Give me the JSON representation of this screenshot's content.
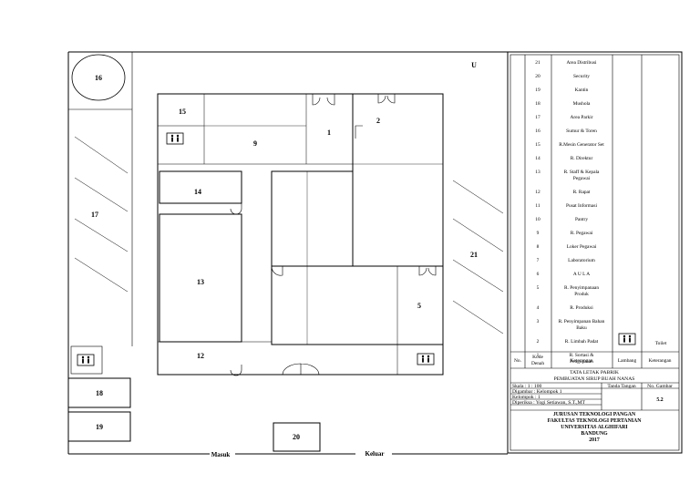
{
  "north_label": "U",
  "rooms": {
    "r1": "1",
    "r2": "2",
    "r5": "5",
    "r9": "9",
    "r12": "12",
    "r13": "13",
    "r14": "14",
    "r15": "15",
    "r16": "16",
    "r17": "17",
    "r18": "18",
    "r19": "19",
    "r20": "20",
    "r21": "21"
  },
  "entrances": {
    "masuk": "Masuk",
    "keluar": "Keluar"
  },
  "legend": {
    "items": [
      {
        "no": "21",
        "text": "Area Distribusi"
      },
      {
        "no": "20",
        "text": "Security"
      },
      {
        "no": "19",
        "text": "Kantin"
      },
      {
        "no": "18",
        "text": "Mushola"
      },
      {
        "no": "17",
        "text": "Area Parkir"
      },
      {
        "no": "16",
        "text": "Sumur & Toren"
      },
      {
        "no": "15",
        "text": "R.Mesin Generator Set"
      },
      {
        "no": "14",
        "text": "R. Direktur"
      },
      {
        "no": "13",
        "text": "R. Staff & Kepala"
      },
      {
        "no": "13",
        "text": "Pegawai"
      },
      {
        "no": "12",
        "text": "R. Rapat"
      },
      {
        "no": "11",
        "text": "Pusat Informasi"
      },
      {
        "no": "10",
        "text": "Pantry"
      },
      {
        "no": "9",
        "text": "R. Pegawai"
      },
      {
        "no": "8",
        "text": "Loker Pegawai"
      },
      {
        "no": "7",
        "text": "Laboratorium"
      },
      {
        "no": "6",
        "text": "A U L A"
      },
      {
        "no": "5",
        "text": "R. Penyimpanaan"
      },
      {
        "no": "5",
        "text": "Produk"
      },
      {
        "no": "4",
        "text": "R. Produksi"
      },
      {
        "no": "3",
        "text": "R. Penyimpanan Bahan"
      },
      {
        "no": "3",
        "text": "Baku"
      },
      {
        "no": "2",
        "text": "R. Limbah Padat"
      },
      {
        "no": "1",
        "text": "R. Sortasi &"
      },
      {
        "no": "1",
        "text": "Pengupasan"
      }
    ],
    "toilet_label": "Toilet",
    "header": {
      "no": "No.",
      "kode1": "Kode",
      "kode2": "Denah",
      "keterangan": "Keterangan",
      "lambang": "Lambang",
      "keterangan2": "Keterangan"
    }
  },
  "title_block": {
    "title1": "TATA LETAK PABRIK",
    "title2": "PEMBUATAN SIRUP BUAH NANAS",
    "skala": "Skala     : 1 : 100",
    "tanda_tangan": "Tanda Tangan",
    "no_gambar": "No. Gambar",
    "digambar": "Digambar : Kelompok 1",
    "kelompok": "Kelompok : 1",
    "diperiksa": "Diperiksa : Yogi Setiawan, S.T.,MT",
    "gambar_no": "5.2",
    "inst1": "JURUSAN TEKNOLOGI PANGAN",
    "inst2": "FAKULTAS TEKNOLOGI PERTANIAN",
    "inst3": "UNIVERSITAS ALGHIFARI",
    "inst4": "BANDUNG",
    "inst5": "2017"
  }
}
